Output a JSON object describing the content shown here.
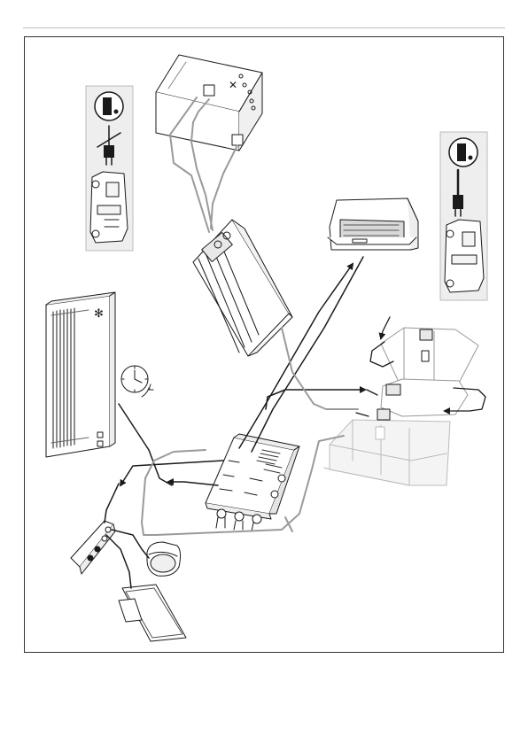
{
  "page": {
    "type": "installation-diagram",
    "colors": {
      "line": "#1a1a1a",
      "grey_cable": "#9a9a9a",
      "light_cable": "#c4c4c4",
      "fill": "#ffffff",
      "shade": "#ececec",
      "frame": "#333333",
      "rule": "#bdbdbd"
    }
  },
  "diagram": {
    "info_panels": [
      {
        "position": "left",
        "icons": [
          "info-icon",
          "mains-plug-crossed-icon",
          "vehicle-front-icon"
        ]
      },
      {
        "position": "right",
        "icons": [
          "info-icon",
          "mains-plug-icon",
          "vehicle-front-icon"
        ]
      }
    ],
    "components": [
      {
        "id": "starter-battery",
        "icon": "battery-icon"
      },
      {
        "id": "charger",
        "icon": "charger-icon"
      },
      {
        "id": "control-panel",
        "icon": "control-panel-icon"
      },
      {
        "id": "timer",
        "icon": "clock-icon"
      },
      {
        "id": "dometic-unit",
        "icon": "drawer-unit-icon"
      },
      {
        "id": "central-box",
        "icon": "distribution-box-icon"
      },
      {
        "id": "leisure-batteries",
        "icon": "battery-pack-icon"
      },
      {
        "id": "switch-strip",
        "icon": "switch-strip-icon"
      },
      {
        "id": "gas-sensor",
        "icon": "sensor-icon"
      },
      {
        "id": "solar-panel",
        "icon": "solar-panel-icon"
      }
    ]
  }
}
